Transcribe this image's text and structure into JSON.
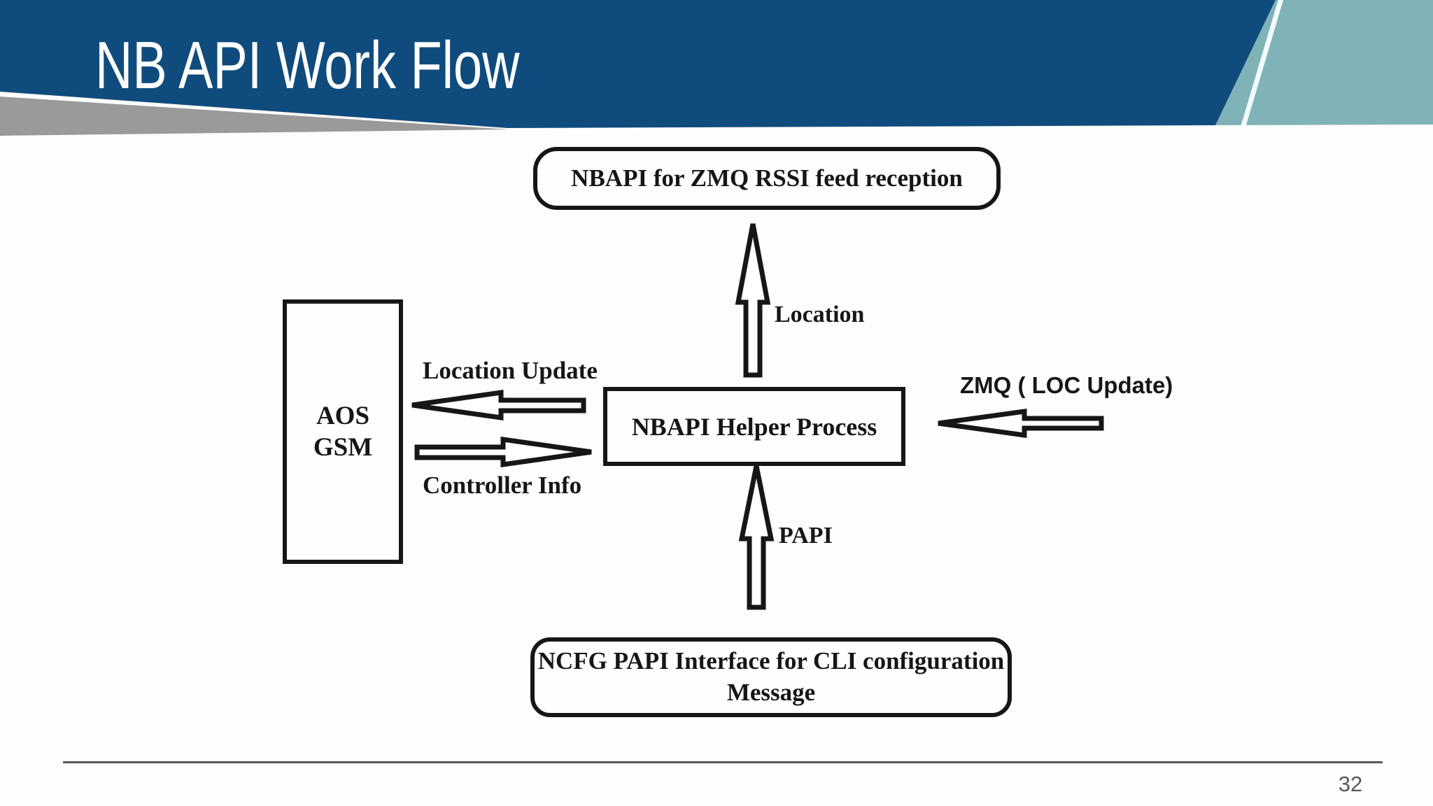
{
  "slide": {
    "title": "NB API Work Flow",
    "page_number": "32"
  },
  "colors": {
    "header_blue": "#0f4c7d",
    "accent_teal": "#7fb3b8",
    "accent_grey": "#9a9a9a",
    "diagram_ink": "#161616",
    "footer_line_grey": "#55585c",
    "page_number_grey": "#595959"
  },
  "diagram": {
    "top_node": "NBAPI for ZMQ RSSI feed reception",
    "left_node_line1": "AOS",
    "left_node_line2": "GSM",
    "center_node": "NBAPI Helper Process",
    "bottom_node_line1": "NCFG PAPI Interface for CLI configuration",
    "bottom_node_line2": "Message",
    "labels": {
      "up_arrow": "Location",
      "left_arrow": "Location Update",
      "right_arrow": "Controller Info",
      "from_right_arrow": "ZMQ ( LOC Update)",
      "from_bottom_arrow": "PAPI"
    }
  }
}
